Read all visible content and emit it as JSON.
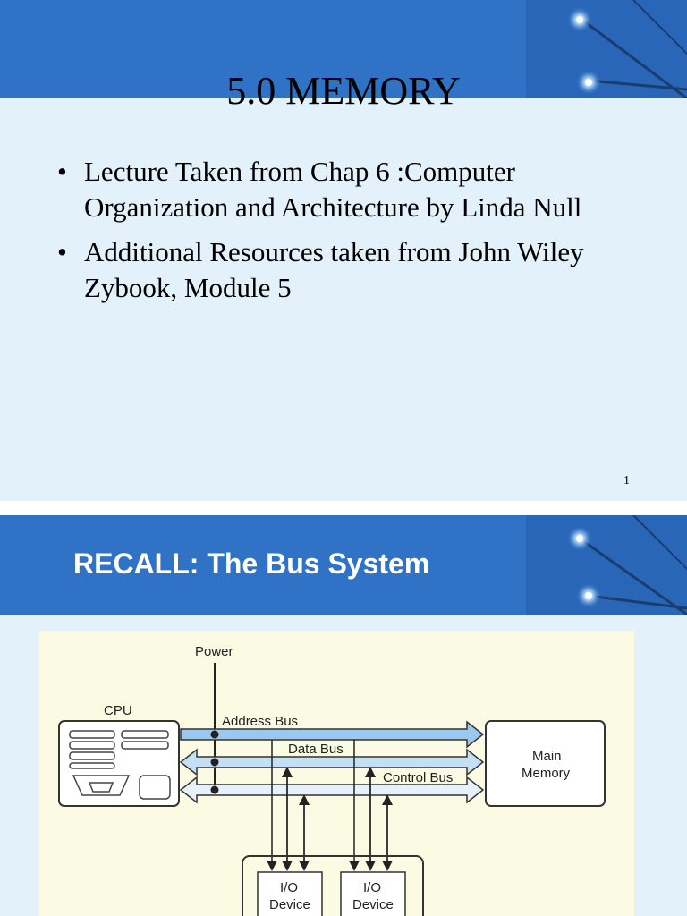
{
  "slide1": {
    "title": "5.0 MEMORY",
    "bullets": [
      "Lecture Taken from Chap 6 :Computer Organization and Architecture by Linda Null",
      "Additional Resources taken from John Wiley Zybook, Module 5"
    ],
    "bullet_glyph": "•",
    "page_number": "1"
  },
  "slide2": {
    "title": "RECALL: The Bus System",
    "diagram": {
      "power": "Power",
      "cpu": "CPU",
      "address_bus": "Address Bus",
      "data_bus": "Data Bus",
      "control_bus": "Control Bus",
      "main_memory_line1": "Main",
      "main_memory_line2": "Memory",
      "io_device_line1": "I/O",
      "io_device_line2": "Device"
    }
  },
  "colors": {
    "banner": "#2f72c6",
    "slide_background": "#e3f1fb",
    "diagram_background": "#fbfbe3",
    "bus_fill": "#9ac8ee"
  }
}
